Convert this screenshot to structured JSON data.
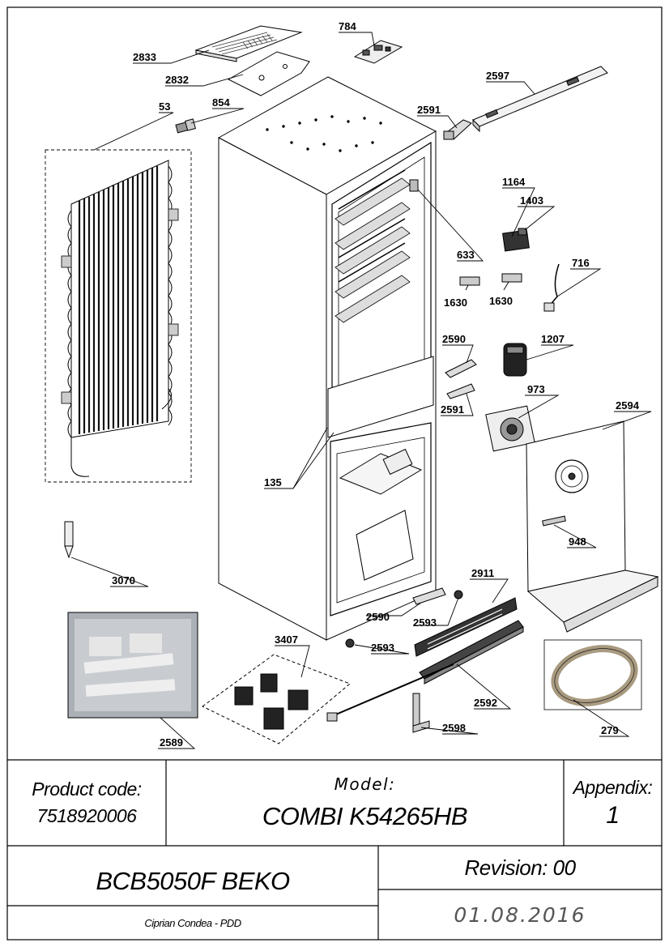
{
  "callouts": {
    "c2833": "2833",
    "c784": "784",
    "c2832": "2832",
    "c2597": "2597",
    "c53": "53",
    "c854": "854",
    "c2591a": "2591",
    "c1164": "1164",
    "c1403": "1403",
    "c633": "633",
    "c716": "716",
    "c1630a": "1630",
    "c1630b": "1630",
    "c2590a": "2590",
    "c1207": "1207",
    "c973": "973",
    "c2591b": "2591",
    "c2594": "2594",
    "c135": "135",
    "c948": "948",
    "c3070": "3070",
    "c2911": "2911",
    "c2590b": "2590",
    "c2593a": "2593",
    "c3407": "3407",
    "c2593b": "2593",
    "c2592": "2592",
    "c2598": "2598",
    "c279": "279",
    "c2589": "2589"
  },
  "title_block": {
    "product_code_label": "Product code:",
    "product_code": "7518920006",
    "model_label": "Model:",
    "model": "COMBI K54265HB",
    "appendix_label": "Appendix:",
    "appendix": "1",
    "product_name": "BCB5050F BEKO",
    "revision": "Revision: 00",
    "author": "Ciprian Condea - PDD",
    "date": "01.08.2016"
  }
}
